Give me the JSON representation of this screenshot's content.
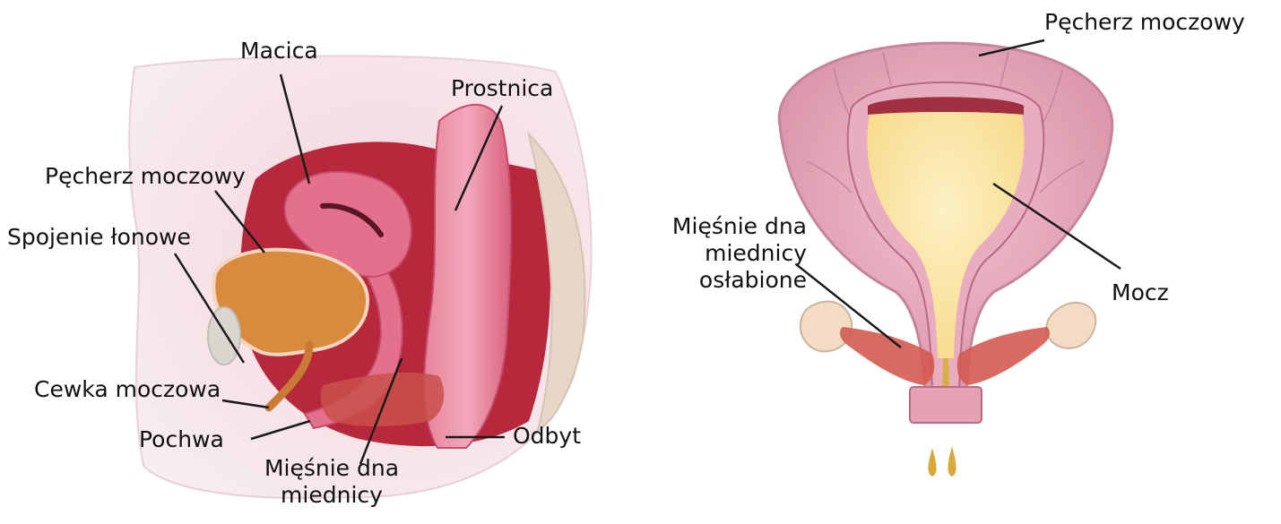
{
  "colors": {
    "flesh": "#efb6c8",
    "rose": "#e5708c",
    "deep_red": "#b8283c",
    "bladder_orange": "#d98a3c",
    "urine_yellow": "#fbe7a6",
    "bone": "#f3dcc3",
    "muscle_red": "#c9504a",
    "bladder_wall": "#e6a5b7",
    "line": "#1a1a1a"
  },
  "left_diagram": {
    "labels": {
      "uterus": "Macica",
      "rectum": "Prostnica",
      "bladder": "Pęcherz moczowy",
      "pubic_symphysis": "Spojenie łonowe",
      "urethra": "Cewka moczowa",
      "vagina": "Pochwa",
      "anus": "Odbyt",
      "pelvic_floor_line1": "Mięśnie dna",
      "pelvic_floor_line2": "miednicy"
    }
  },
  "right_diagram": {
    "labels": {
      "bladder": "Pęcherz moczowy",
      "urine": "Mocz",
      "weak_muscles_line1": "Mięśnie dna",
      "weak_muscles_line2": "miednicy",
      "weak_muscles_line3": "osłabione"
    }
  }
}
